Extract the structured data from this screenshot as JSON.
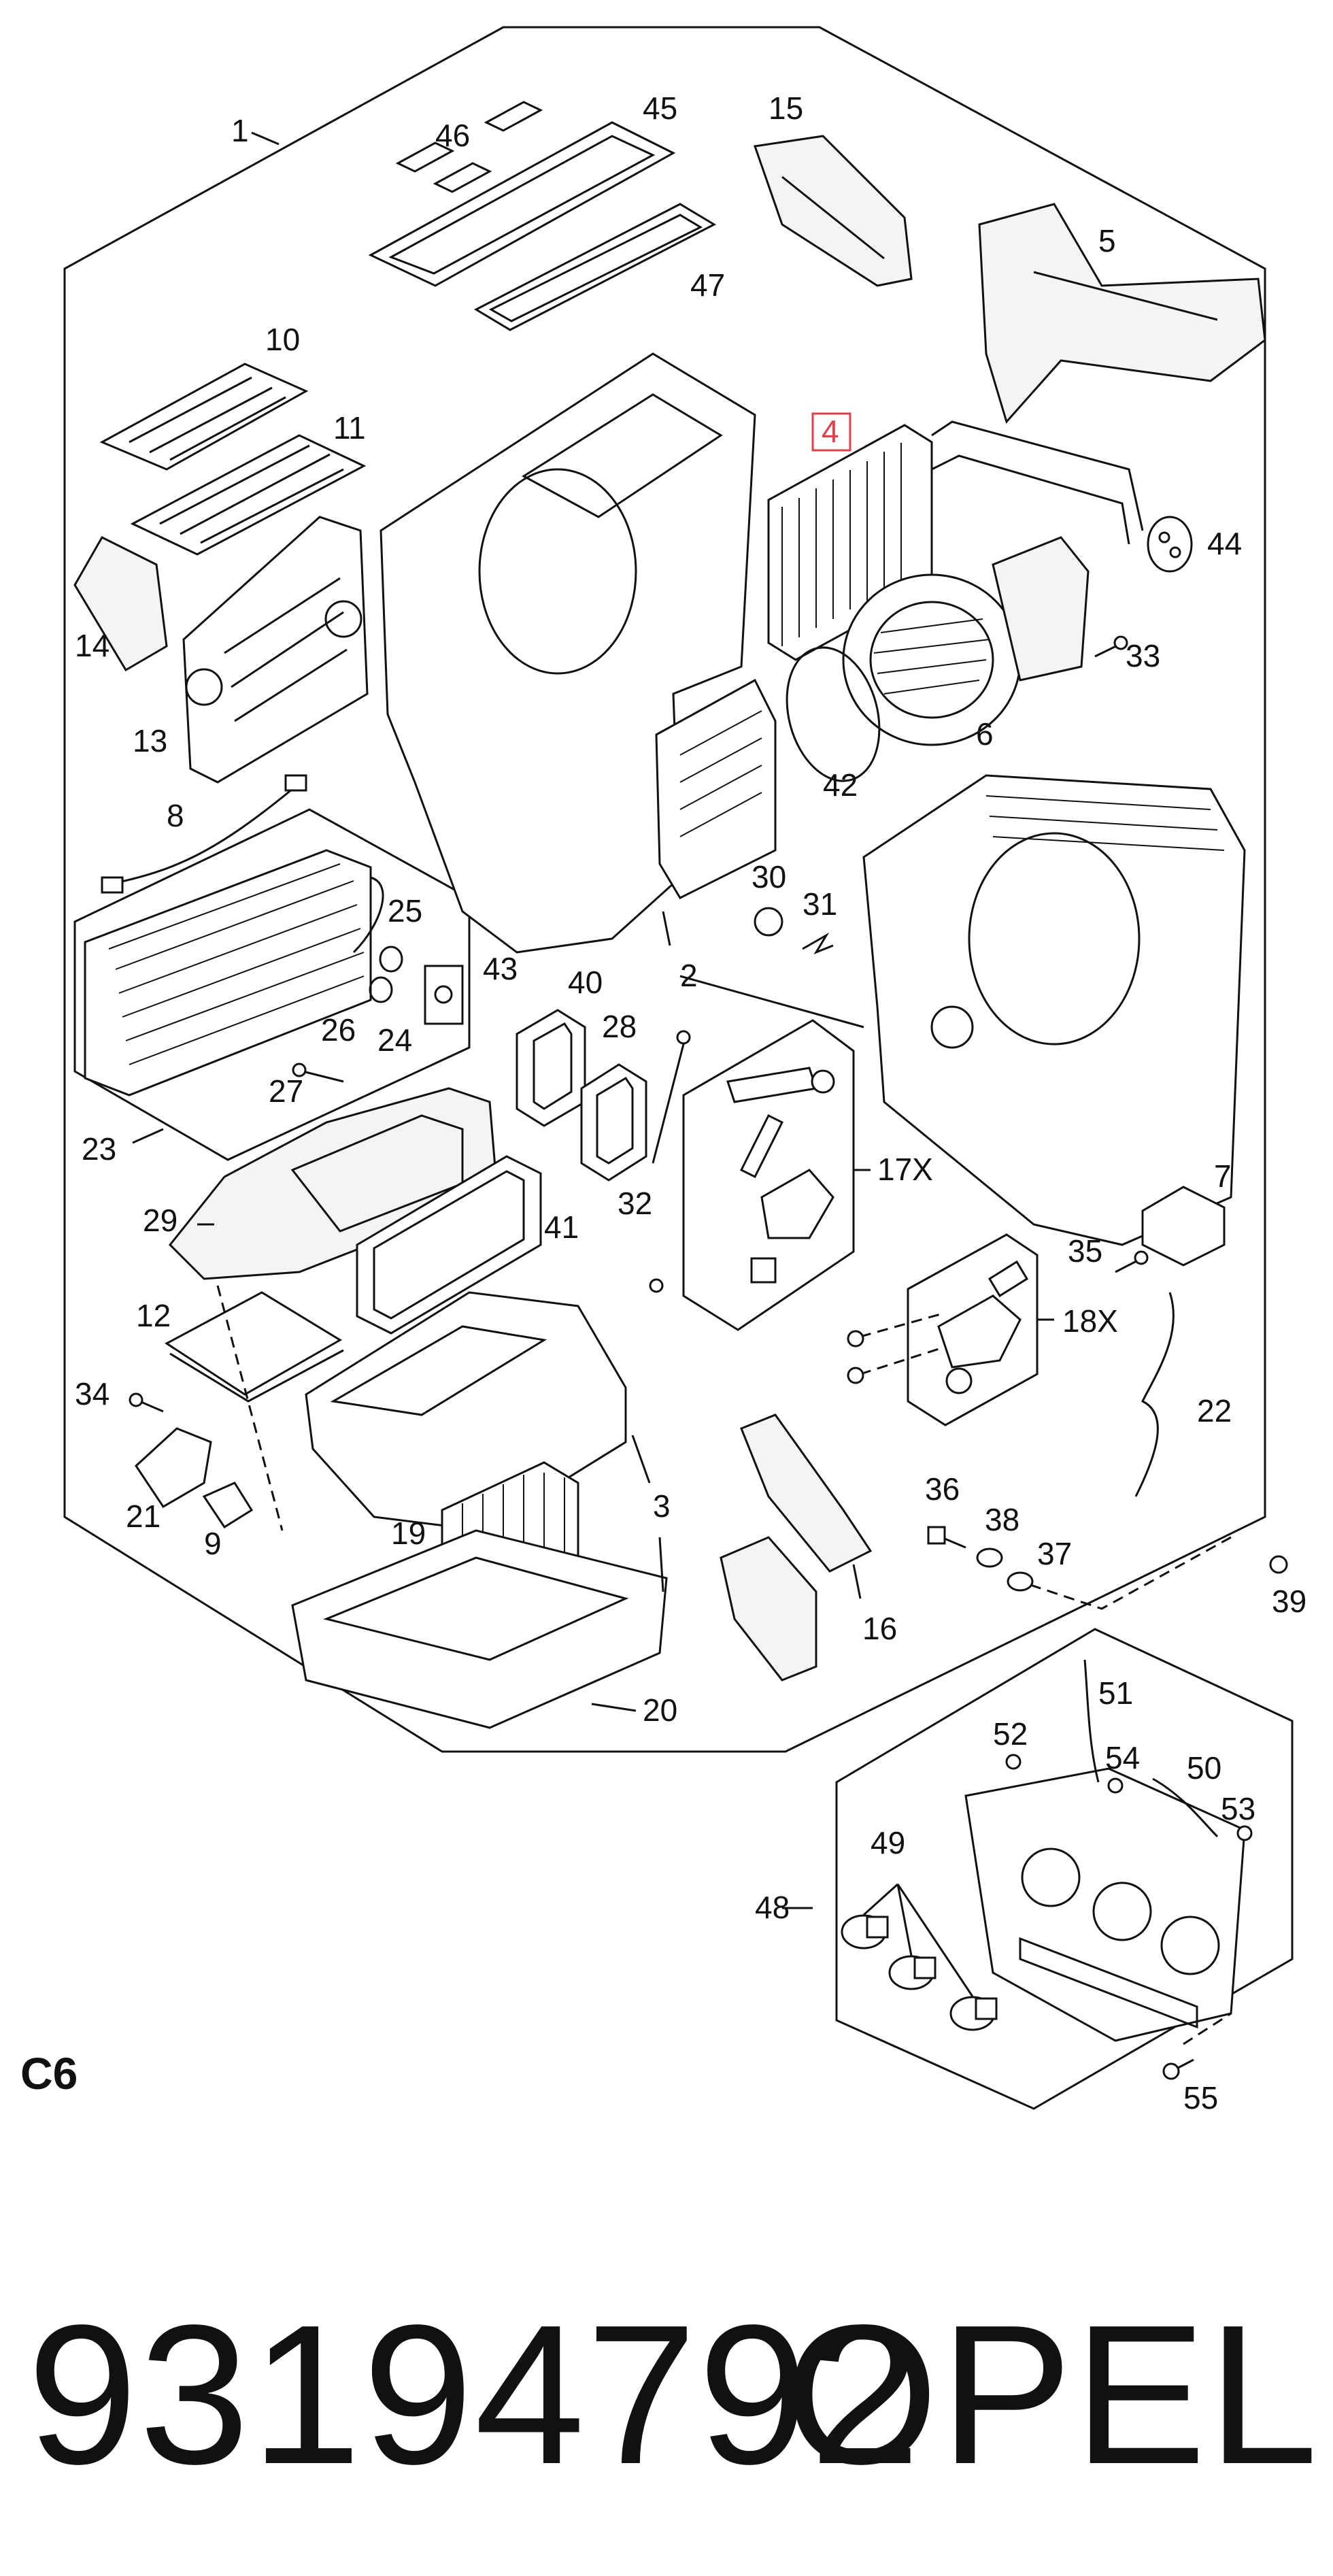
{
  "diagram": {
    "section_code": "C6",
    "highlighted_callout": "4",
    "callouts": [
      "1",
      "2",
      "3",
      "4",
      "5",
      "6",
      "7",
      "8",
      "9",
      "10",
      "11",
      "12",
      "13",
      "14",
      "15",
      "16",
      "17X",
      "18X",
      "19",
      "20",
      "21",
      "22",
      "23",
      "24",
      "25",
      "26",
      "27",
      "28",
      "29",
      "30",
      "31",
      "32",
      "33",
      "34",
      "35",
      "36",
      "37",
      "38",
      "39",
      "40",
      "41",
      "42",
      "43",
      "44",
      "45",
      "46",
      "47",
      "48",
      "49",
      "50",
      "51",
      "52",
      "53",
      "54",
      "55"
    ],
    "highlight_color": "#e0404a"
  },
  "footer": {
    "part_number": "93194792",
    "brand": "OPEL"
  }
}
